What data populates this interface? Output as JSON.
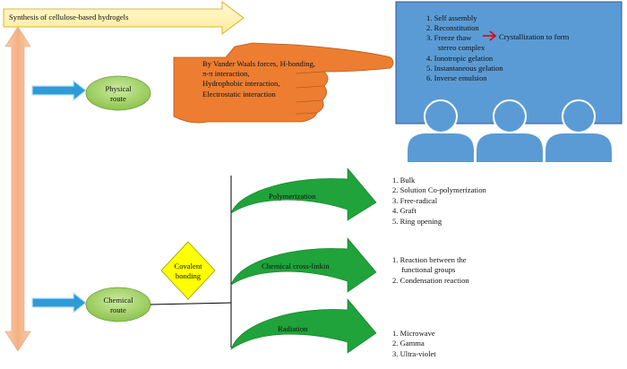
{
  "title": "Synthesis of cellulose-based hydrogels",
  "physical": {
    "label_line1": "Physical",
    "label_line2": "route",
    "forces": [
      "By Vander Waals forces, H-bonding,",
      "π-π interaction,",
      "Hydrophobic interaction,",
      "Electrostatic interaction"
    ],
    "methods": [
      "1. Self assembly",
      "2. Reconstitution",
      "3. Freeze thaw",
      "4. Ionotropic gelation",
      "5. Instantaneous gelation",
      "6. Inverse emulsion"
    ],
    "freeze_result_line1": "Crystallization to form",
    "freeze_result_line2": "stereo complex"
  },
  "chemical": {
    "label_line1": "Chemical",
    "label_line2": "route",
    "covalent_line1": "Covalent",
    "covalent_line2": "bonding",
    "branches": [
      {
        "label": "Polymerization",
        "items": [
          "1. Bulk",
          "2. Solution Co-polymerization",
          "3. Free-radical",
          "4. Graft",
          "5. Ring opening"
        ]
      },
      {
        "label": "Chemical cross-linkin",
        "items": [
          "1. Reaction between the",
          "functional groups",
          "2. Condensation reaction"
        ]
      },
      {
        "label": "Radiation",
        "items": [
          "1. Microwave",
          "2. Gamma",
          "3. Ultra-violet"
        ]
      }
    ]
  },
  "colors": {
    "title_arrow": "#FFF2B0",
    "title_arrow_stroke": "#C9A800",
    "vertical_arrow": "#F4B183",
    "blue_arrow": "#2E9BD8",
    "route_oval": "#A9D86E",
    "hand": "#ED7D31",
    "panel": "#5B9BD5",
    "panel_stroke": "#2F5597",
    "covalent_diamond": "#FFFF00",
    "green_arrow": "#1FA33A",
    "red_arrow": "#E00000"
  },
  "icons": [
    "title-arrow",
    "vertical-double-arrow",
    "hand-pointer-icon",
    "person-icon",
    "curved-arrow-icon",
    "red-arrow-icon",
    "diamond-shape"
  ]
}
